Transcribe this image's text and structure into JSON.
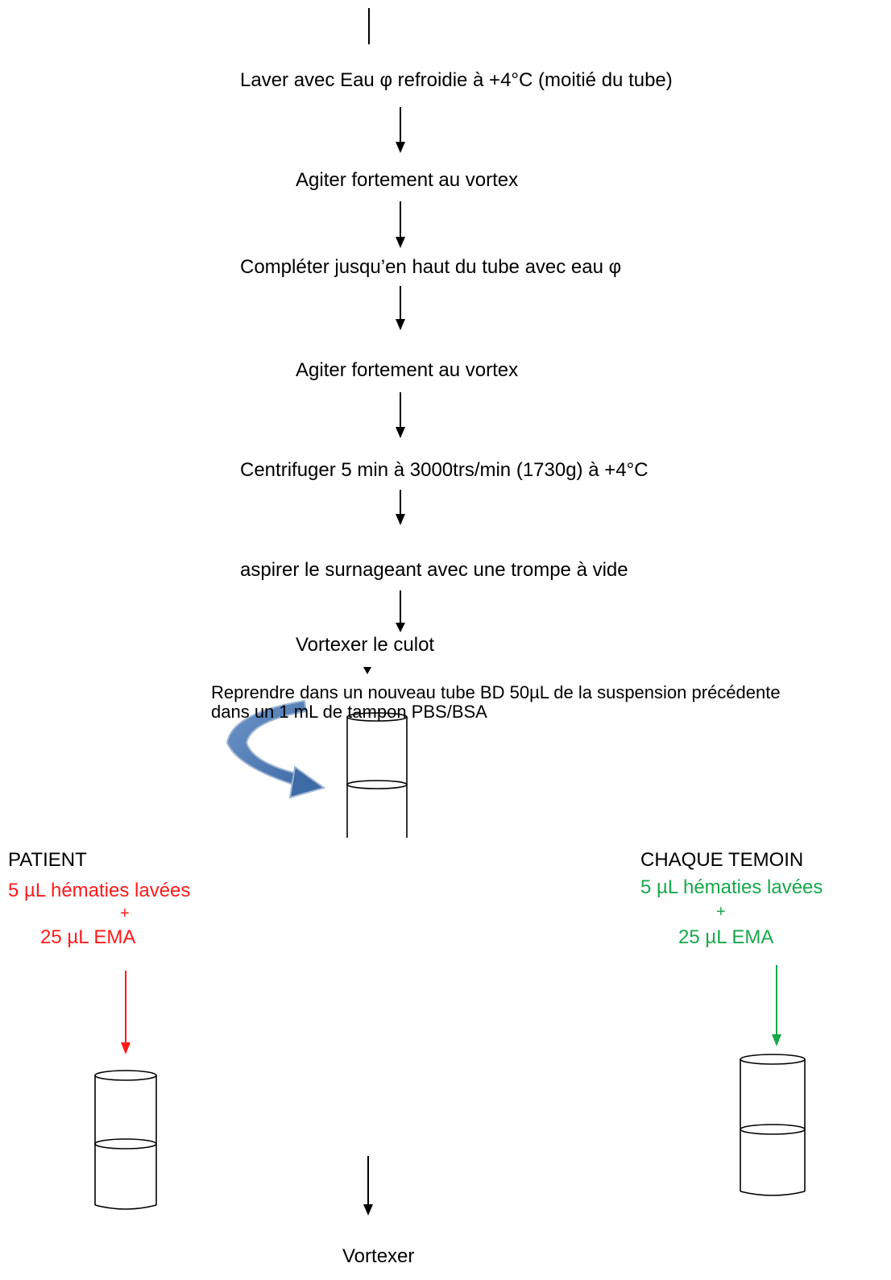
{
  "steps": {
    "wash": "Laver avec Eau φ refroidie à +4°C (moitié du tube)",
    "agitate_1": "Agiter fortement au vortex",
    "complete": "Compléter jusqu’en haut du tube avec eau φ",
    "agitate_2": "Agiter fortement au vortex",
    "centrifuge": "Centrifuger 5 min à 3000trs/min (1730g) à +4°C",
    "aspirate": "aspirer le surnageant avec une trompe à vide",
    "vortex_pellet": "Vortexer le culot",
    "resuspend_line1": "Reprendre dans un nouveau tube BD 50µL de la suspension précédente",
    "resuspend_line2": "dans un 1 mL de tampon PBS/BSA",
    "final": "Vortexer"
  },
  "patient": {
    "title": "PATIENT",
    "line1": "5 µL hématies lavées",
    "plus": "+",
    "line2": "25 µL EMA",
    "color": "#ff1a1a"
  },
  "control": {
    "title": "CHAQUE TEMOIN",
    "line1": "5 µL hématies lavées",
    "plus": "+",
    "line2": "25 µL EMA",
    "color": "#17a84a"
  },
  "colors": {
    "curved_arrow": "#4f79b0",
    "arrow": "#000000"
  }
}
